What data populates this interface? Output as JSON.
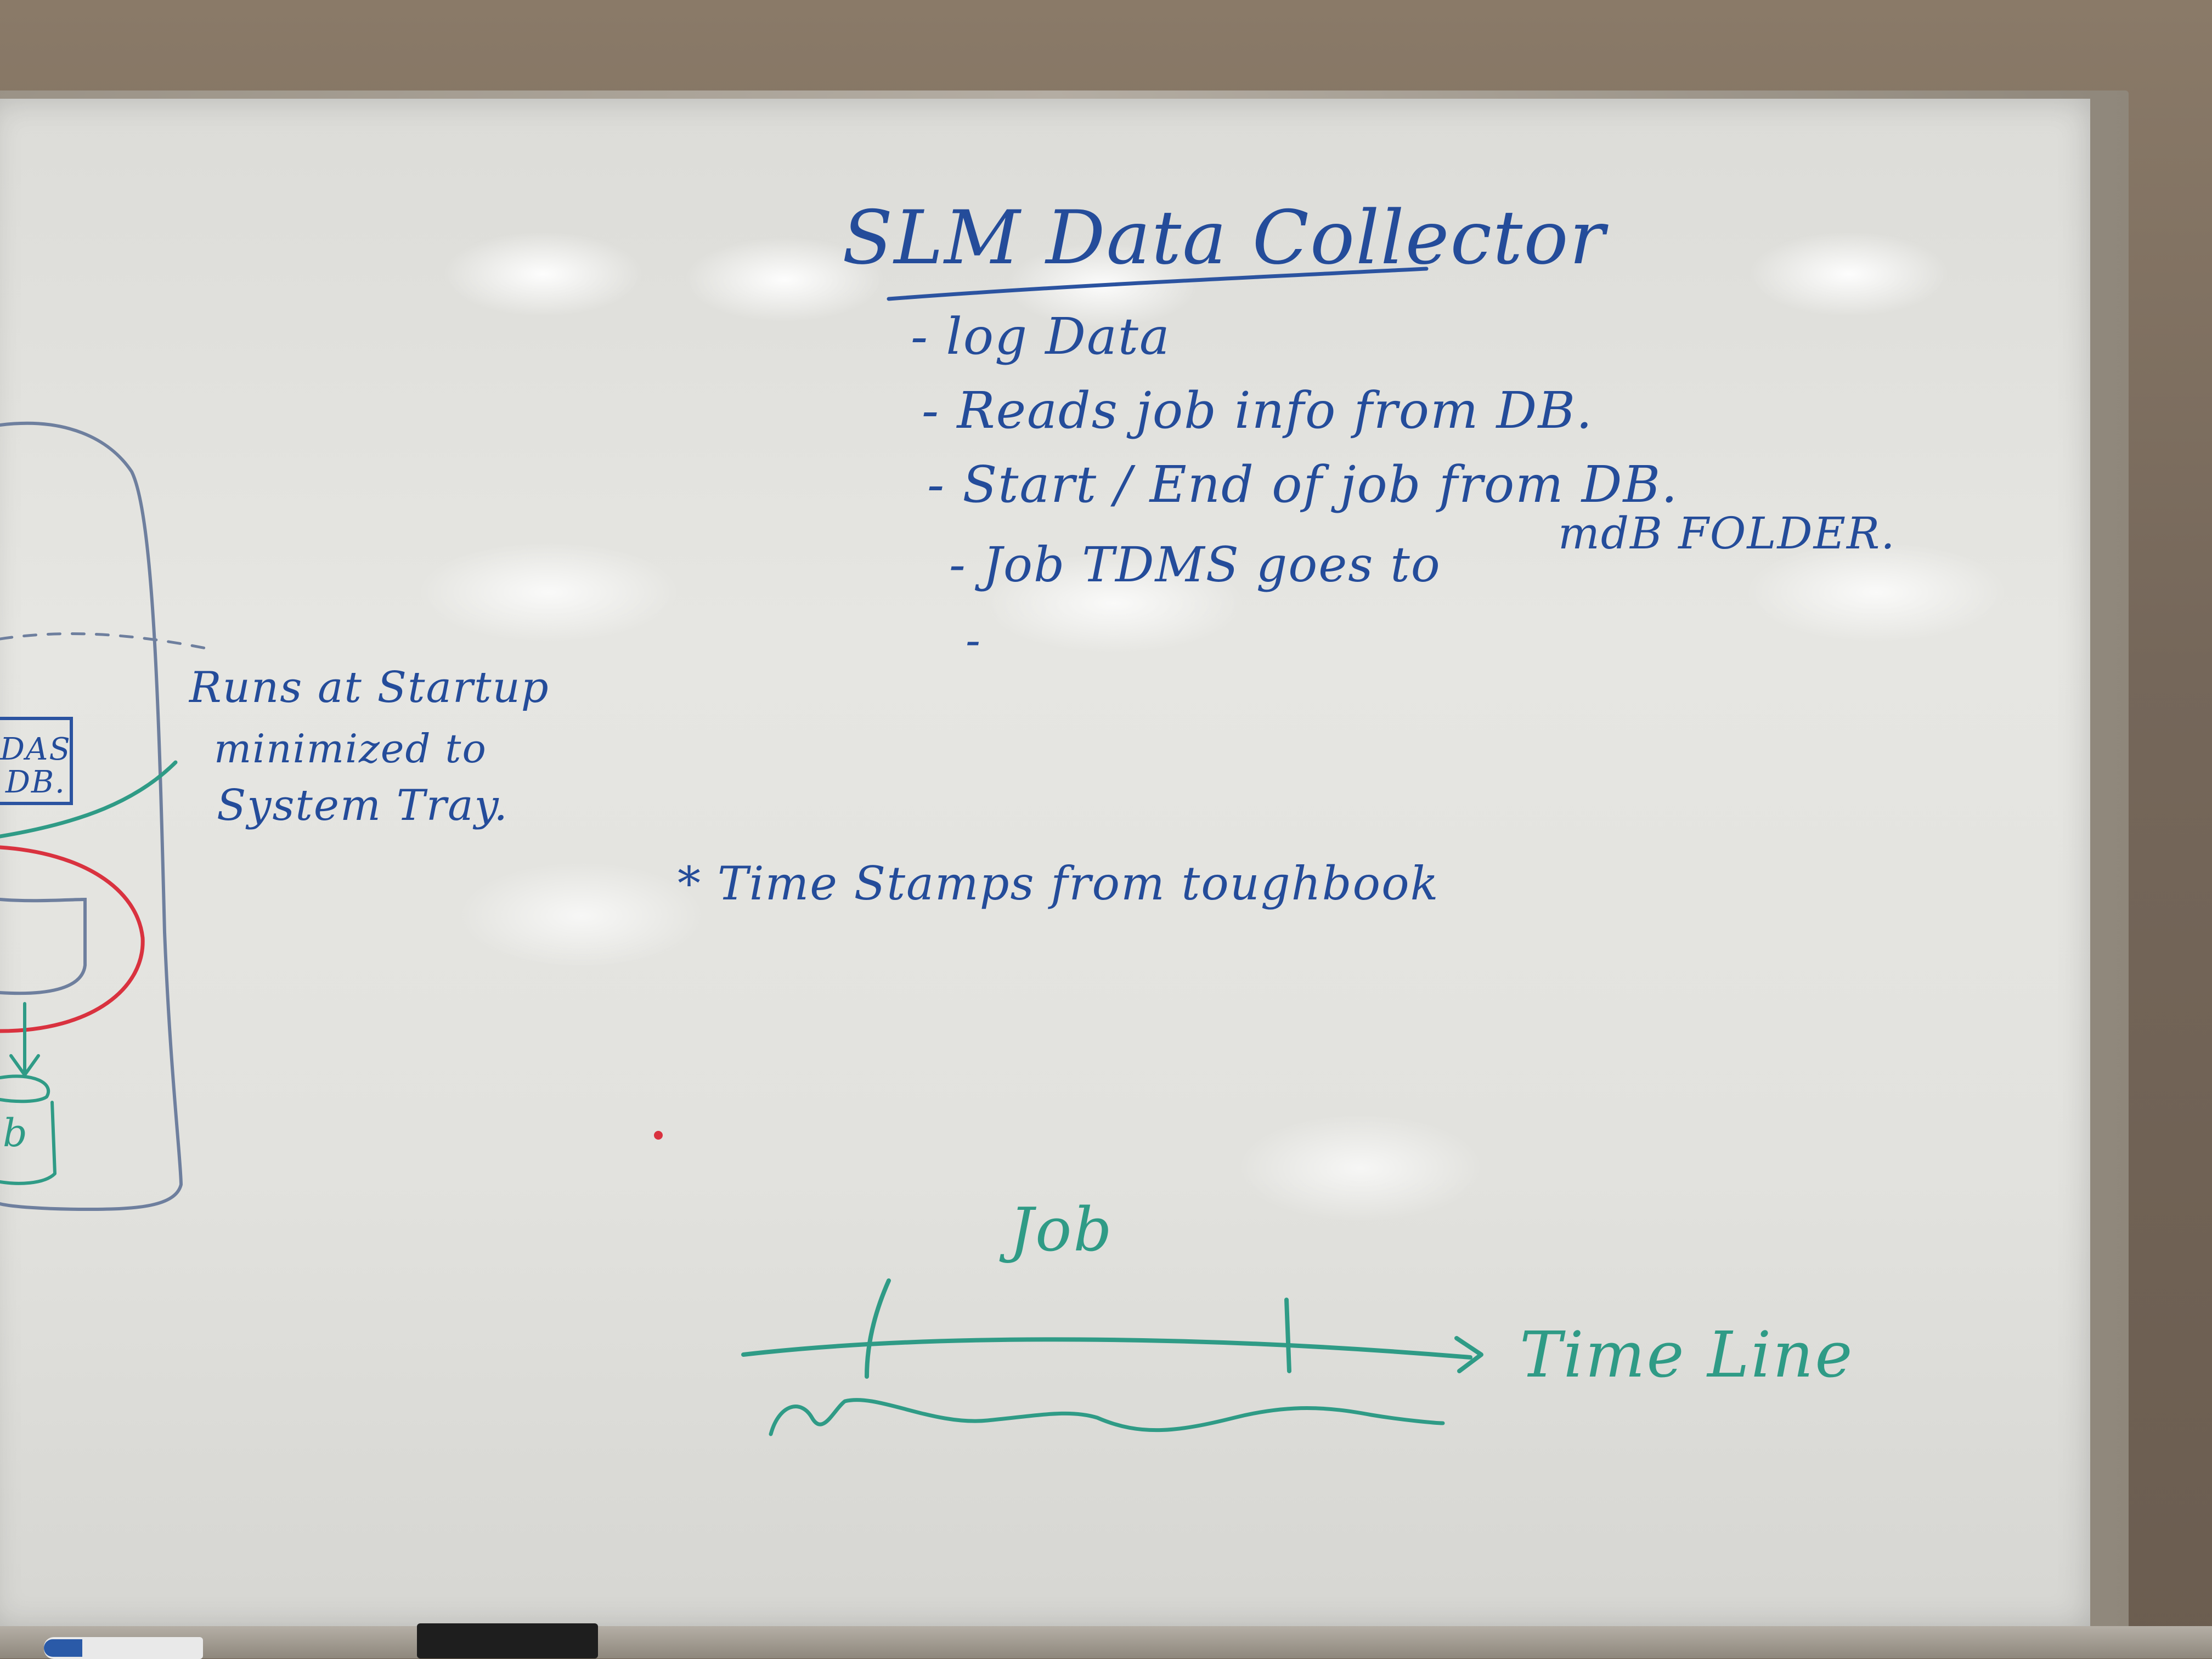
{
  "whiteboard": {
    "title": "SLM Data Collector",
    "bullets": [
      "- log Data",
      "- Reads job info from DB.",
      "- Start / End of job from DB.",
      "- Job TDMS goes to",
      "-"
    ],
    "folder_note": "mdB FOLDER.",
    "side_note": [
      "Runs at Startup",
      "minimized to",
      "System Tray."
    ],
    "db_box": [
      "DAS",
      "DB."
    ],
    "left_fragment": "b",
    "timestamp_note": "* Time Stamps from toughbook",
    "job_label": "Job",
    "timeline_label": "Time Line"
  },
  "colors": {
    "blue_ink": "#244c9a",
    "teal_ink": "#2f9b86",
    "red_ink": "#d9323f",
    "board": "#e2e2de",
    "frame": "#a39b90"
  }
}
